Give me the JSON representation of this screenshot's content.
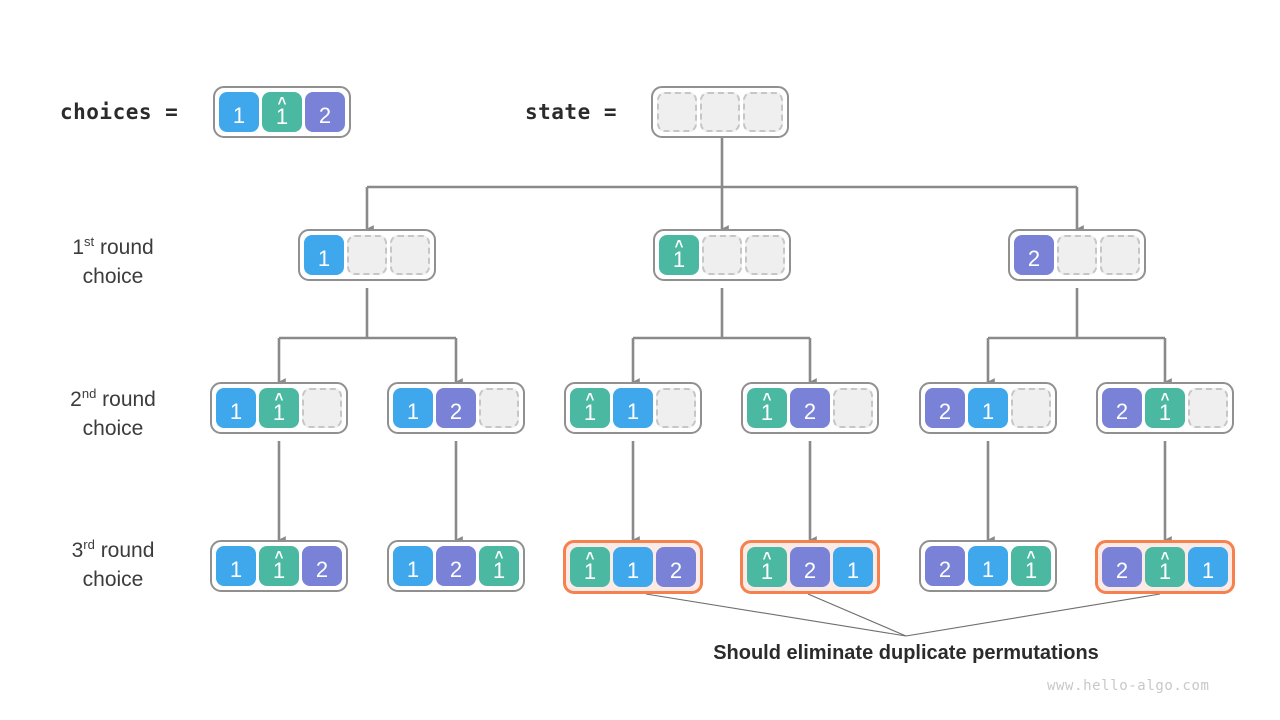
{
  "diagram": {
    "title_watermark": "www.hello-algo.com",
    "caption": "Should eliminate duplicate permutations",
    "colors": {
      "blue": "#3fa7ec",
      "teal": "#4bb8a2",
      "purple": "#7a82d8",
      "empty": "#efefef",
      "border": "#909090",
      "highlight_border": "#f4814e",
      "highlight_fill": "#fbeae6",
      "arrow": "#8a8a8a",
      "text": "#2b2b2b"
    },
    "header": {
      "choices_label": "choices =",
      "state_label": "state =",
      "choices": [
        {
          "value": "1",
          "color": "blue",
          "hat": false
        },
        {
          "value": "1",
          "color": "teal",
          "hat": true
        },
        {
          "value": "2",
          "color": "purple",
          "hat": false
        }
      ],
      "state": [
        {
          "value": "",
          "color": "empty",
          "hat": false
        },
        {
          "value": "",
          "color": "empty",
          "hat": false
        },
        {
          "value": "",
          "color": "empty",
          "hat": false
        }
      ]
    },
    "row_labels": [
      {
        "ordinal": "1",
        "suffix": "st",
        "line1_rest": " round",
        "line2": "choice"
      },
      {
        "ordinal": "2",
        "suffix": "nd",
        "line1_rest": " round",
        "line2": "choice"
      },
      {
        "ordinal": "3",
        "suffix": "rd",
        "line1_rest": " round",
        "line2": "choice"
      }
    ],
    "rows": [
      {
        "name": "first-round",
        "nodes": [
          {
            "highlighted": false,
            "cells": [
              {
                "value": "1",
                "color": "blue",
                "hat": false
              },
              {
                "value": "",
                "color": "empty",
                "hat": false
              },
              {
                "value": "",
                "color": "empty",
                "hat": false
              }
            ]
          },
          {
            "highlighted": false,
            "cells": [
              {
                "value": "1",
                "color": "teal",
                "hat": true
              },
              {
                "value": "",
                "color": "empty",
                "hat": false
              },
              {
                "value": "",
                "color": "empty",
                "hat": false
              }
            ]
          },
          {
            "highlighted": false,
            "cells": [
              {
                "value": "2",
                "color": "purple",
                "hat": false
              },
              {
                "value": "",
                "color": "empty",
                "hat": false
              },
              {
                "value": "",
                "color": "empty",
                "hat": false
              }
            ]
          }
        ]
      },
      {
        "name": "second-round",
        "nodes": [
          {
            "highlighted": false,
            "cells": [
              {
                "value": "1",
                "color": "blue",
                "hat": false
              },
              {
                "value": "1",
                "color": "teal",
                "hat": true
              },
              {
                "value": "",
                "color": "empty",
                "hat": false
              }
            ]
          },
          {
            "highlighted": false,
            "cells": [
              {
                "value": "1",
                "color": "blue",
                "hat": false
              },
              {
                "value": "2",
                "color": "purple",
                "hat": false
              },
              {
                "value": "",
                "color": "empty",
                "hat": false
              }
            ]
          },
          {
            "highlighted": false,
            "cells": [
              {
                "value": "1",
                "color": "teal",
                "hat": true
              },
              {
                "value": "1",
                "color": "blue",
                "hat": false
              },
              {
                "value": "",
                "color": "empty",
                "hat": false
              }
            ]
          },
          {
            "highlighted": false,
            "cells": [
              {
                "value": "1",
                "color": "teal",
                "hat": true
              },
              {
                "value": "2",
                "color": "purple",
                "hat": false
              },
              {
                "value": "",
                "color": "empty",
                "hat": false
              }
            ]
          },
          {
            "highlighted": false,
            "cells": [
              {
                "value": "2",
                "color": "purple",
                "hat": false
              },
              {
                "value": "1",
                "color": "blue",
                "hat": false
              },
              {
                "value": "",
                "color": "empty",
                "hat": false
              }
            ]
          },
          {
            "highlighted": false,
            "cells": [
              {
                "value": "2",
                "color": "purple",
                "hat": false
              },
              {
                "value": "1",
                "color": "teal",
                "hat": true
              },
              {
                "value": "",
                "color": "empty",
                "hat": false
              }
            ]
          }
        ]
      },
      {
        "name": "third-round",
        "nodes": [
          {
            "highlighted": false,
            "cells": [
              {
                "value": "1",
                "color": "blue",
                "hat": false
              },
              {
                "value": "1",
                "color": "teal",
                "hat": true
              },
              {
                "value": "2",
                "color": "purple",
                "hat": false
              }
            ]
          },
          {
            "highlighted": false,
            "cells": [
              {
                "value": "1",
                "color": "blue",
                "hat": false
              },
              {
                "value": "2",
                "color": "purple",
                "hat": false
              },
              {
                "value": "1",
                "color": "teal",
                "hat": true
              }
            ]
          },
          {
            "highlighted": true,
            "cells": [
              {
                "value": "1",
                "color": "teal",
                "hat": true
              },
              {
                "value": "1",
                "color": "blue",
                "hat": false
              },
              {
                "value": "2",
                "color": "purple",
                "hat": false
              }
            ]
          },
          {
            "highlighted": true,
            "cells": [
              {
                "value": "1",
                "color": "teal",
                "hat": true
              },
              {
                "value": "2",
                "color": "purple",
                "hat": false
              },
              {
                "value": "1",
                "color": "blue",
                "hat": false
              }
            ]
          },
          {
            "highlighted": false,
            "cells": [
              {
                "value": "2",
                "color": "purple",
                "hat": false
              },
              {
                "value": "1",
                "color": "blue",
                "hat": false
              },
              {
                "value": "1",
                "color": "teal",
                "hat": true
              }
            ]
          },
          {
            "highlighted": true,
            "cells": [
              {
                "value": "2",
                "color": "purple",
                "hat": false
              },
              {
                "value": "1",
                "color": "teal",
                "hat": true
              },
              {
                "value": "1",
                "color": "blue",
                "hat": false
              }
            ]
          }
        ]
      }
    ]
  }
}
